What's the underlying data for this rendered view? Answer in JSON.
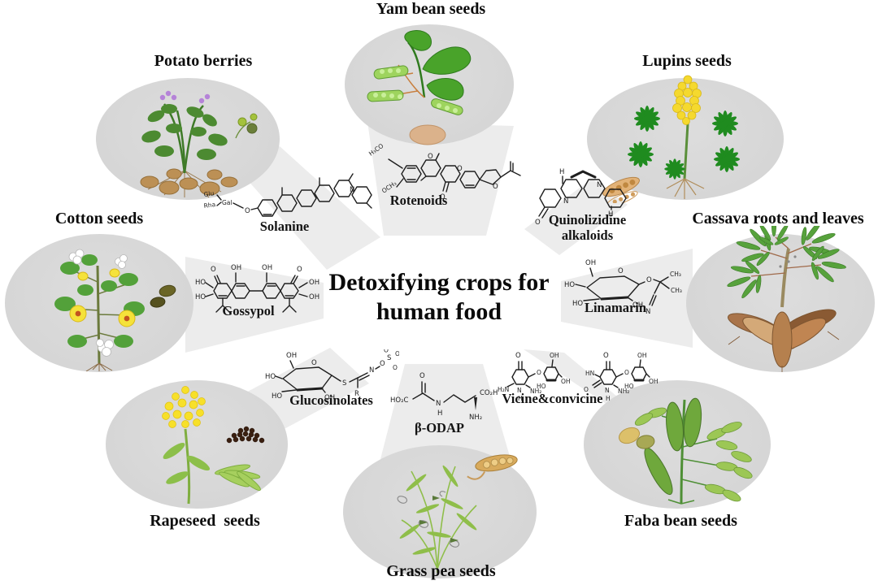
{
  "figure": {
    "title_line1": "Detoxifying crops for",
    "title_line2": "human food"
  },
  "crops": {
    "yam_bean": {
      "label": "Yam bean seeds",
      "compound": "Rotenoids"
    },
    "potato": {
      "label": "Potato berries",
      "compound": "Solanine"
    },
    "lupins": {
      "label": "Lupins seeds",
      "compound": "Quinolizidine alkaloids"
    },
    "cassava": {
      "label": "Cassava roots and leaves",
      "compound": "Linamarin"
    },
    "cotton": {
      "label": "Cotton seeds",
      "compound": "Gossypol"
    },
    "rapeseed": {
      "label": "Rapeseed  seeds",
      "compound": "Glucosinolates"
    },
    "grass_pea": {
      "label": "Grass pea seeds",
      "compound": "β-ODAP"
    },
    "faba_bean": {
      "label": "Faba bean seeds",
      "compound": "Vicine&convicine"
    }
  },
  "atoms": {
    "solanine": [
      "Glu",
      "Rha",
      "Gal",
      "O",
      "N"
    ],
    "rotenoids": [
      "H₃CO",
      "OCH₃",
      "O",
      "O",
      "O",
      "O"
    ],
    "quinolizidine": [
      "H",
      "N",
      "N",
      "H",
      "O"
    ],
    "linamarin": [
      "OH",
      "HO",
      "HO",
      "OH",
      "O",
      "O",
      "CH₃",
      "CH₃",
      "N"
    ],
    "gossypol": [
      "O",
      "OH",
      "OH",
      "O",
      "HO",
      "HO",
      "OH",
      "OH"
    ],
    "glucosinolates": [
      "OH",
      "HO",
      "HO",
      "OH",
      "O",
      "S",
      "R",
      "N",
      "O",
      "S",
      "O",
      "O",
      "O"
    ],
    "beta_odap": [
      "HO₂C",
      "O",
      "N",
      "H",
      "NH₂",
      "CO₂H"
    ],
    "vicine": [
      "O",
      "H₂N",
      "NH₂",
      "N",
      "H",
      "O",
      "OH",
      "OH",
      "HO",
      "O",
      "HN",
      "O",
      "NH₂",
      "N",
      "H",
      "O",
      "OH",
      "OH",
      "HO"
    ]
  },
  "colors": {
    "ellipse_fill": "#d7d7d7",
    "funnel_fill": "#ececec",
    "text": "#111111"
  }
}
